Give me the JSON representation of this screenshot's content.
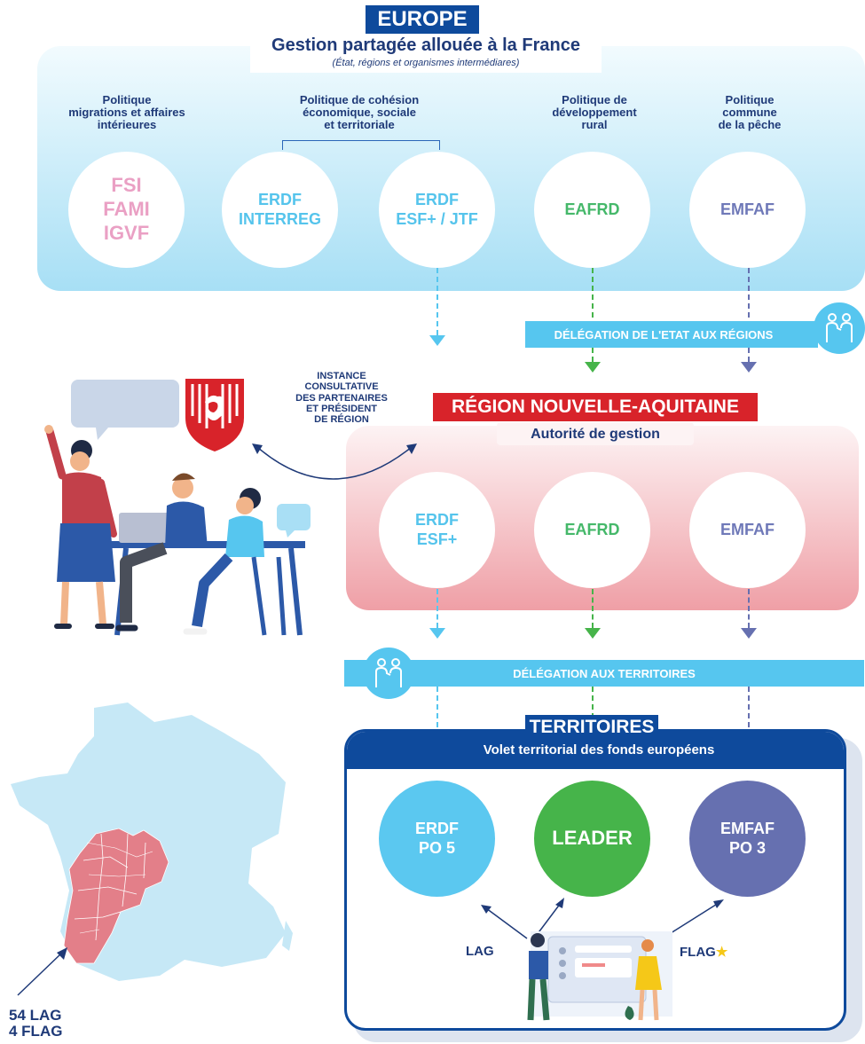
{
  "europe": {
    "badge": "EUROPE",
    "title": "Gestion partagée allouée à la France",
    "subtitle": "(État, régions et organismes intermédiares)",
    "policies": [
      {
        "lines": [
          "Politique",
          "migrations et affaires",
          "intérieures"
        ]
      },
      {
        "lines": [
          "Politique de cohésion",
          "économique, sociale",
          "et territoriale"
        ]
      },
      {
        "lines": [
          "Politique de",
          "développement",
          "rural"
        ]
      },
      {
        "lines": [
          "Politique",
          "commune",
          "de la pêche"
        ]
      }
    ],
    "funds": [
      {
        "lines": [
          "FSI",
          "FAMI",
          "IGVF"
        ],
        "color": "#eaa0c4"
      },
      {
        "lines": [
          "ERDF",
          "INTERREG"
        ],
        "color": "#55c4ec"
      },
      {
        "lines": [
          "ERDF",
          "ESF+ / JTF"
        ],
        "color": "#55c4ec"
      },
      {
        "lines": [
          "EAFRD"
        ],
        "color": "#45b86a"
      },
      {
        "lines": [
          "EMFAF"
        ],
        "color": "#6f79b8"
      }
    ]
  },
  "delegation_state": "DÉLÉGATION DE L'ETAT AUX RÉGIONS",
  "instance": {
    "lines": [
      "INSTANCE",
      "CONSULTATIVE",
      "DES PARTENAIRES",
      "ET PRÉSIDENT",
      "DE RÉGION"
    ]
  },
  "region": {
    "badge": "RÉGION NOUVELLE-AQUITAINE",
    "subtitle": "Autorité de gestion",
    "funds": [
      {
        "lines": [
          "ERDF",
          "ESF+"
        ],
        "color": "#55c4ec"
      },
      {
        "lines": [
          "EAFRD"
        ],
        "color": "#45b86a"
      },
      {
        "lines": [
          "EMFAF"
        ],
        "color": "#6f79b8"
      }
    ]
  },
  "delegation_territories": "DÉLÉGATION AUX TERRITOIRES",
  "territories": {
    "badge": "TERRITOIRES",
    "subtitle": "Volet territorial des fonds européens",
    "funds": [
      {
        "lines": [
          "ERDF",
          "PO 5"
        ],
        "bg": "#5bc8f0"
      },
      {
        "lines": [
          "LEADER"
        ],
        "bg": "#46b44a"
      },
      {
        "lines": [
          "EMFAF",
          "PO 3"
        ],
        "bg": "#6670b0"
      }
    ],
    "lag_label": "LAG",
    "flag_label": "FLAG"
  },
  "map": {
    "lines": [
      "54 LAG",
      "4 FLAG"
    ]
  },
  "colors": {
    "navy": "#0e4a9c",
    "light_blue_panel": "#cfeef9",
    "sky": "#56c6ef",
    "green": "#46b44a",
    "violet": "#6670b0",
    "red": "#d8232a",
    "pink_panel": "#f2aeb4"
  }
}
